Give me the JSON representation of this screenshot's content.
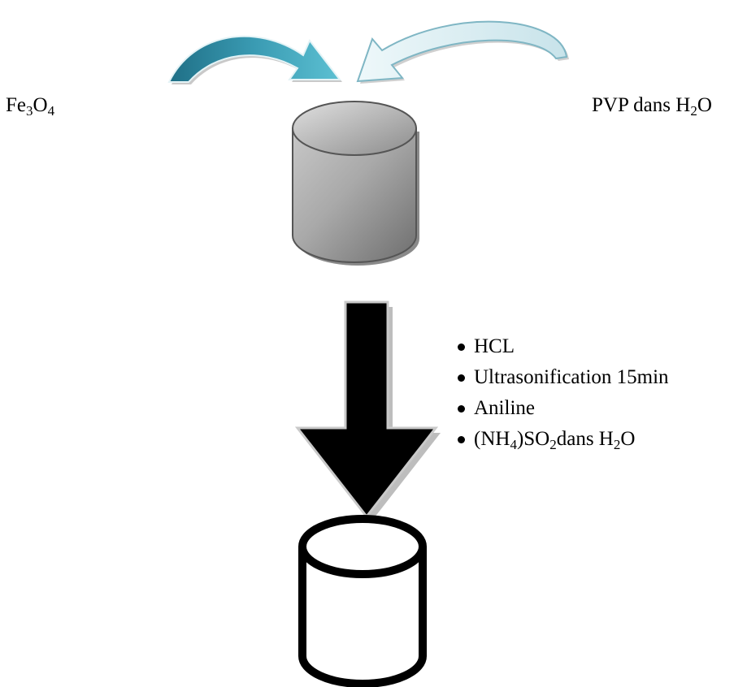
{
  "reagents": {
    "left": {
      "main": "Fe",
      "sub1": "3",
      "mid": "O",
      "sub2": "4"
    },
    "right": {
      "main": "PVP dans H",
      "sub1": "2",
      "mid": "O"
    }
  },
  "steps": {
    "hcl": " HCL",
    "ultrasonification": "Ultrasonification 15min",
    "aniline": "Aniline",
    "persulfate": {
      "a": "(NH",
      "b": "4",
      "c": ")SO",
      "d": "2",
      "e": "dans H",
      "f": "2",
      "g": "O"
    }
  },
  "colors": {
    "arrow_teal": "#3a8ea6",
    "arrow_light": "#d7eef3",
    "beaker_gray": "#9a9a9a",
    "flow_arrow": "#000000"
  }
}
